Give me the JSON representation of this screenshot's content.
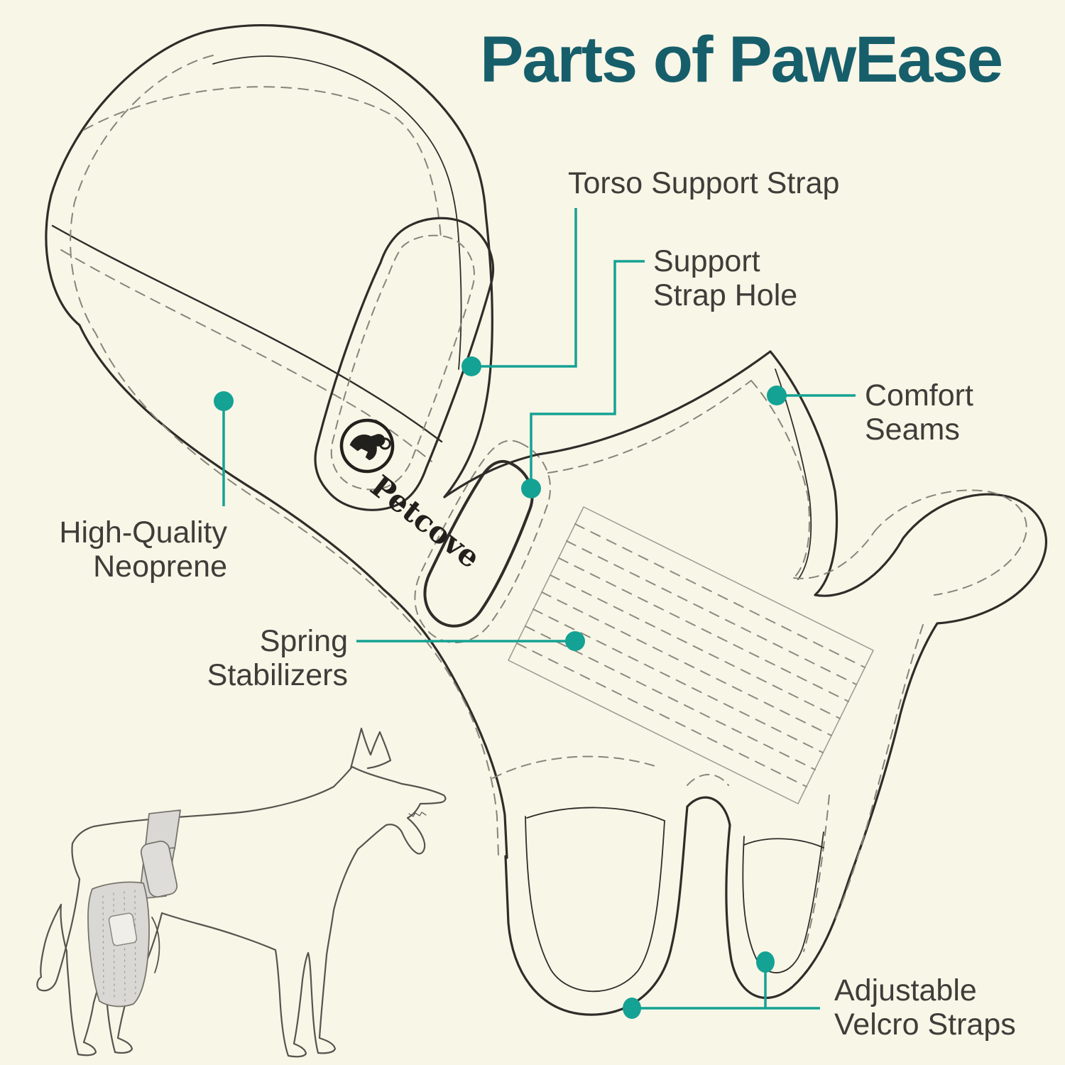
{
  "page": {
    "background": "#f8f6e7"
  },
  "title": {
    "text": "Parts of PawEase",
    "color": "#175e6b"
  },
  "brand": {
    "logo_text": "Petcove"
  },
  "callouts": {
    "torso_support_strap": {
      "label": "Torso Support Strap"
    },
    "support_strap_hole": {
      "line1": "Support",
      "line2": "Strap Hole"
    },
    "comfort_seams": {
      "line1": "Comfort",
      "line2": "Seams"
    },
    "high_quality_neoprene": {
      "line1": "High-Quality",
      "line2": "Neoprene"
    },
    "spring_stabilizers": {
      "line1": "Spring",
      "line2": "Stabilizers"
    },
    "adjustable_velcro_straps": {
      "line1": "Adjustable",
      "line2": "Velcro Straps"
    }
  },
  "colors": {
    "accent_teal": "#14a294",
    "line_dark": "#2e2d29",
    "dash_gray": "#85857a",
    "label_text": "#3e3d39",
    "title_teal": "#175e6b",
    "dog_line": "#55544e",
    "brace_fill": "#d9d8d4"
  }
}
